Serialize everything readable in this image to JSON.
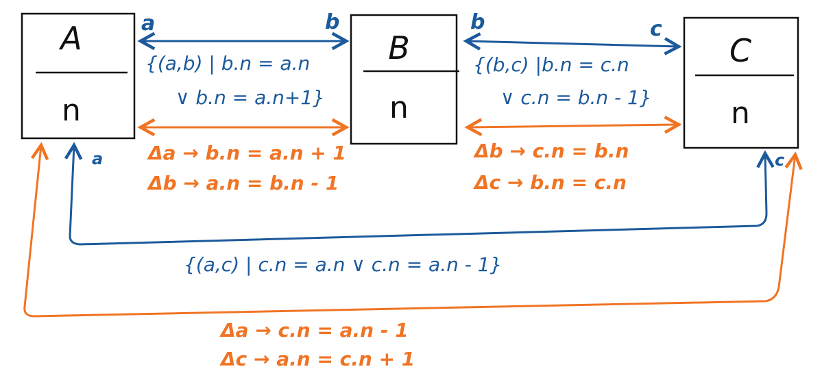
{
  "colors": {
    "blue": "#1c5a9c",
    "orange": "#f07424",
    "box": "#111111"
  },
  "boxes": {
    "a": {
      "title": "A",
      "attribute": "n"
    },
    "b": {
      "title": "B",
      "attribute": "n"
    },
    "c": {
      "title": "C",
      "attribute": "n"
    }
  },
  "end_labels": {
    "ab_a": "a",
    "ab_b": "b",
    "bc_b": "b",
    "bc_c": "c",
    "ac_a": "a",
    "ac_c": "c"
  },
  "constraints": {
    "ab": [
      "{(a,b) | b.n = a.n",
      "∨ b.n = a.n+1}"
    ],
    "bc": [
      "{(b,c) |b.n = c.n",
      "∨ c.n = b.n - 1}"
    ],
    "ac": "{(a,c) | c.n = a.n   ∨ c.n = a.n - 1}"
  },
  "updates": {
    "ab": [
      "Δa → b.n = a.n + 1",
      "Δb → a.n = b.n - 1"
    ],
    "bc": [
      "Δb → c.n = b.n",
      "Δc → b.n = c.n"
    ],
    "ac": [
      "Δa → c.n = a.n - 1",
      "Δc → a.n = c.n + 1"
    ]
  }
}
